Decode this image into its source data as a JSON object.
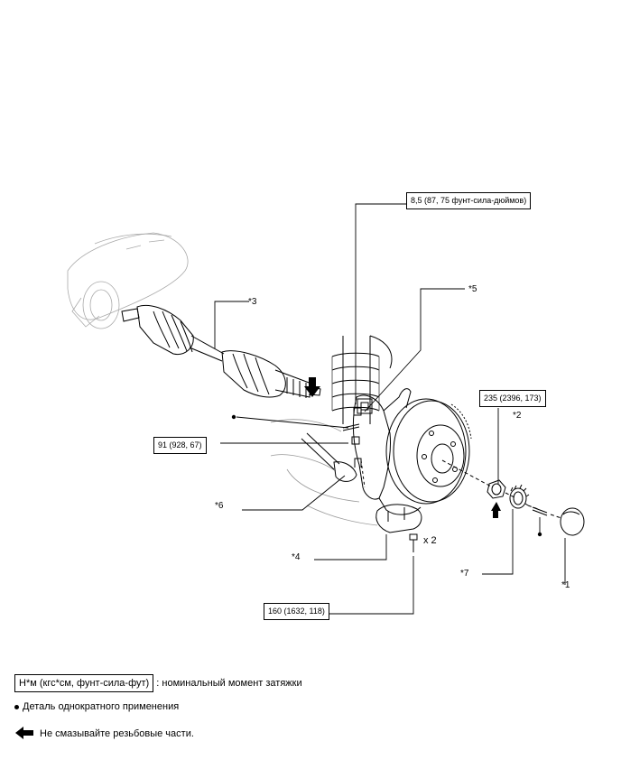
{
  "torque_specs": {
    "sensor_bolt": "8,5 (87, 75 фунт-сила-дюймов)",
    "tie_rod_nut": "91 (928, 67)",
    "axle_nut": "235 (2396, 173)",
    "ball_joint_bolts": "160 (1632, 118)"
  },
  "callouts": {
    "c1": "*1",
    "c2": "*2",
    "c3": "*3",
    "c4": "*4",
    "c5": "*5",
    "c6": "*6",
    "c7": "*7",
    "qty": "x 2"
  },
  "legend": {
    "torque_unit": "Н*м (кгс*см, фунт-сила-фут)",
    "torque_desc": ": номинальный момент затяжки",
    "non_reusable": "Деталь однократного применения",
    "no_lubricate": "Не смазывайте резьбовые части."
  }
}
